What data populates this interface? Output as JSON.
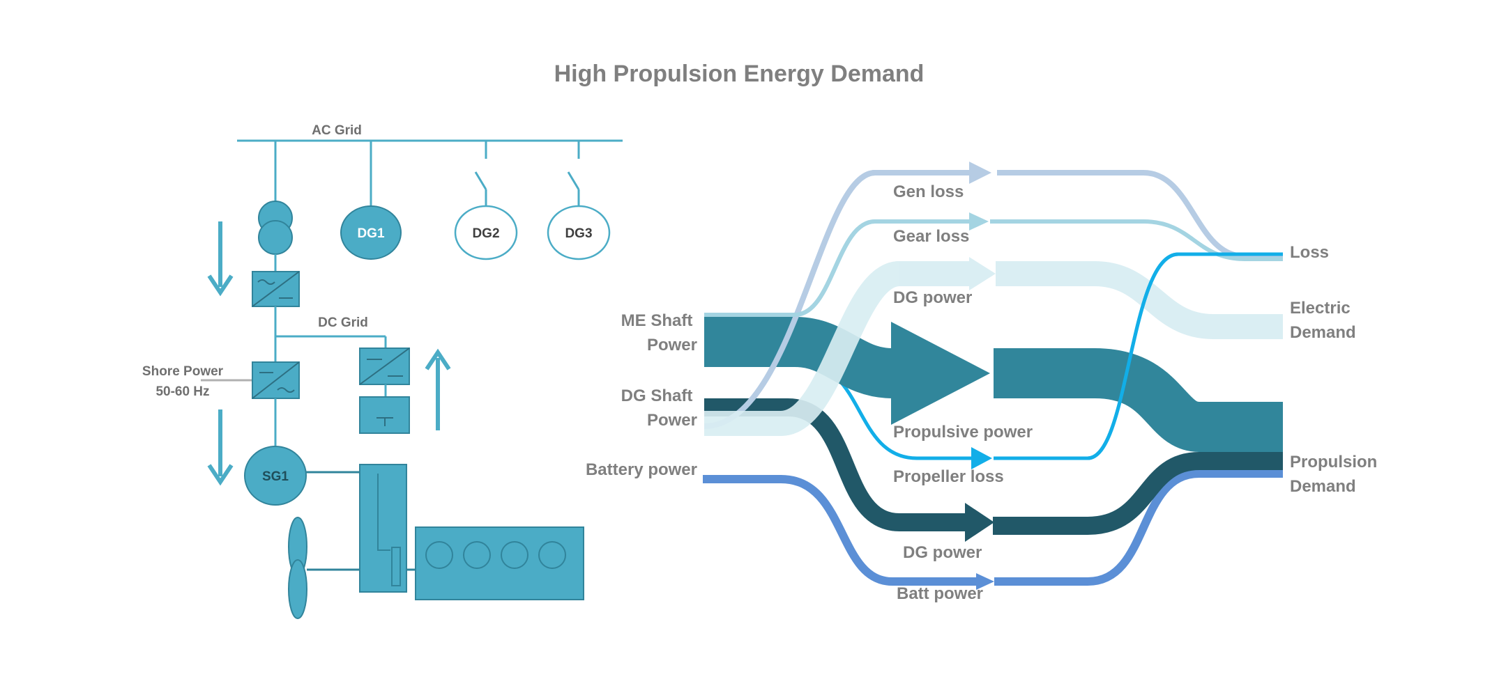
{
  "title": "High Propulsion Energy Demand",
  "colors": {
    "accent": "#4bacc6",
    "accent_dark": "#31849b",
    "label_gray": "#7f7f7f",
    "me_shaft": "#31869b",
    "dg_shaft": "#215868",
    "battery": "#5b8fd6",
    "propeller_loss": "#12aee8",
    "gen_loss": "#b6cce4",
    "gear_loss": "#a4d4e2",
    "dg_power_electric": "#daeef3"
  },
  "schematic": {
    "ac_grid_label": "AC Grid",
    "dc_grid_label": "DC Grid",
    "shore_power_label": "Shore Power",
    "shore_power_freq": "50-60 Hz",
    "generators": [
      {
        "name": "DG1",
        "state": "active"
      },
      {
        "name": "DG2",
        "state": "standby"
      },
      {
        "name": "DG3",
        "state": "standby"
      }
    ],
    "shaft_generator": "SG1",
    "arrow_icons": [
      "arrow-down-icon",
      "arrow-up-icon",
      "arrow-down-icon"
    ]
  },
  "sankey": {
    "sources": {
      "me_shaft": [
        "ME Shaft",
        "Power"
      ],
      "dg_shaft": [
        "DG Shaft",
        "Power"
      ],
      "battery": "Battery power"
    },
    "middle": {
      "gen_loss": "Gen loss",
      "gear_loss": "Gear loss",
      "dg_power_top": "DG power",
      "propulsive_power": "Propulsive power",
      "propeller_loss": "Propeller loss",
      "dg_power_bottom": "DG power",
      "batt_power": "Batt power"
    },
    "sinks": {
      "loss": "Loss",
      "electric_demand": [
        "Electric",
        "Demand"
      ],
      "propulsion_demand": [
        "Propulsion",
        "Demand"
      ]
    }
  }
}
